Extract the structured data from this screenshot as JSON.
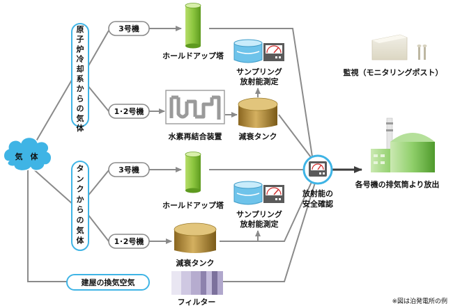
{
  "source": {
    "label": "気　体"
  },
  "groups": {
    "reactor_gas": "原子炉冷却系からの気体",
    "tank_gas": "タンクからの気体",
    "building_air": "建屋の換気空気"
  },
  "units": {
    "unit3_top": "3号機",
    "unit12_top": "1･2号機",
    "unit3_bottom": "3号機",
    "unit12_bottom": "1･2号機"
  },
  "equipment": {
    "holdup_top": "ホールドアップ塔",
    "sampling_top_1": "サンプリング",
    "sampling_top_2": "放射能測定",
    "h2_recombiner": "水素再結合装置",
    "decay_tank_top": "減衰タンク",
    "holdup_bottom": "ホールドアップ塔",
    "sampling_bottom_1": "サンプリング",
    "sampling_bottom_2": "放射能測定",
    "decay_tank_bottom": "減衰タンク",
    "filter": "フィルター"
  },
  "check": {
    "line1": "放射能の",
    "line2": "安全確認"
  },
  "monitoring": "監視（モニタリングポスト）",
  "release": "各号機の排気筒より放出",
  "note": "※図は泊発電所の例",
  "colors": {
    "cloud": "#3fb4e5",
    "pill_border": "#3fb4e5",
    "holdup_green": "#8cc63f",
    "decay_tank": "#b08a3a",
    "connector": "#8a8a8a",
    "release_arrow": "#3c3c3c"
  }
}
